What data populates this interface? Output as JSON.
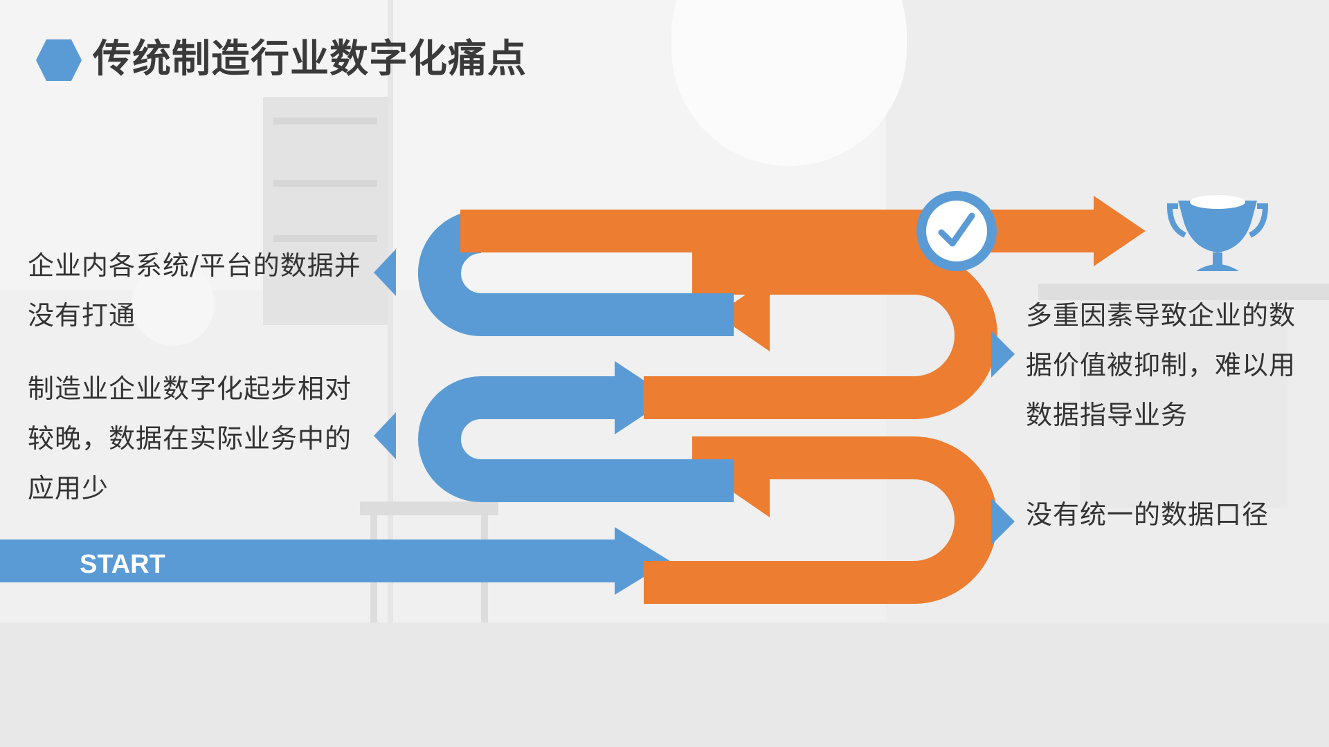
{
  "title": "传统制造行业数字化痛点",
  "start_label": "START",
  "notes": [
    {
      "text": "企业内各系统/平台的数据并没有打通",
      "side": "left"
    },
    {
      "text": "制造业企业数字化起步相对较晚，数据在实际业务中的应用少",
      "side": "left"
    },
    {
      "text": "多重因素导致企业的数据价值被抑制，难以用数据指导业务",
      "side": "right"
    },
    {
      "text": "没有统一的数据口径",
      "side": "right"
    }
  ],
  "icons": [
    "hexagon-icon",
    "check-circle-icon",
    "trophy-icon"
  ],
  "colors": {
    "blue": "#5B9BD5",
    "orange": "#ED7D31",
    "title_text": "#3a3a3a",
    "body_text": "#333333"
  }
}
